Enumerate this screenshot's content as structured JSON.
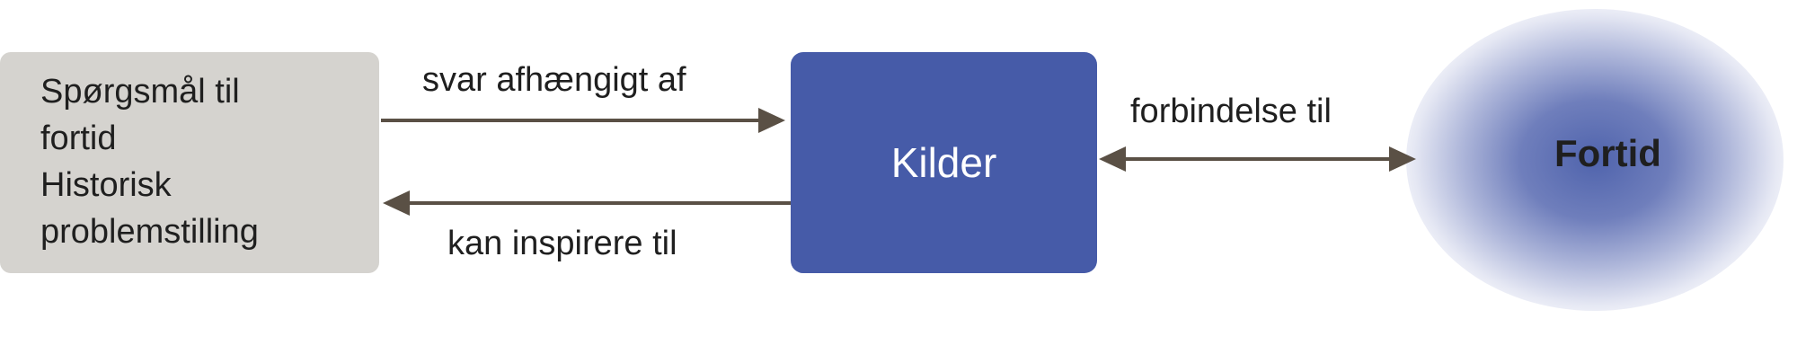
{
  "nodes": {
    "questions": {
      "lines": [
        "Spørgsmål til",
        "fortid",
        "Historisk",
        "problemstilling"
      ]
    },
    "sources": {
      "label": "Kilder"
    },
    "past": {
      "label": "Fortid"
    }
  },
  "edges": {
    "questions_to_sources": {
      "label": "svar afhængigt af"
    },
    "sources_to_questions": {
      "label": "kan inspirere til"
    },
    "sources_past": {
      "label": "forbindelse til"
    }
  },
  "colors": {
    "questions_box": "#d5d3cf",
    "sources_box": "#465ba8",
    "past_blob": "#465ba8",
    "arrow": "#5a5045"
  }
}
